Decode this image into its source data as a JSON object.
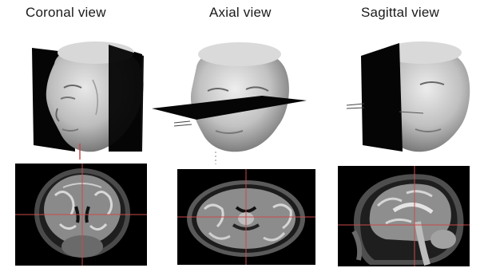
{
  "views": [
    {
      "id": "coronal",
      "title": "Coronal view"
    },
    {
      "id": "axial",
      "title": "Axial view"
    },
    {
      "id": "sagittal",
      "title": "Sagittal view"
    }
  ],
  "colors": {
    "background": "#ffffff",
    "plane": "#050505",
    "crosshair": "#c84a4a",
    "scan_background": "#000000"
  }
}
